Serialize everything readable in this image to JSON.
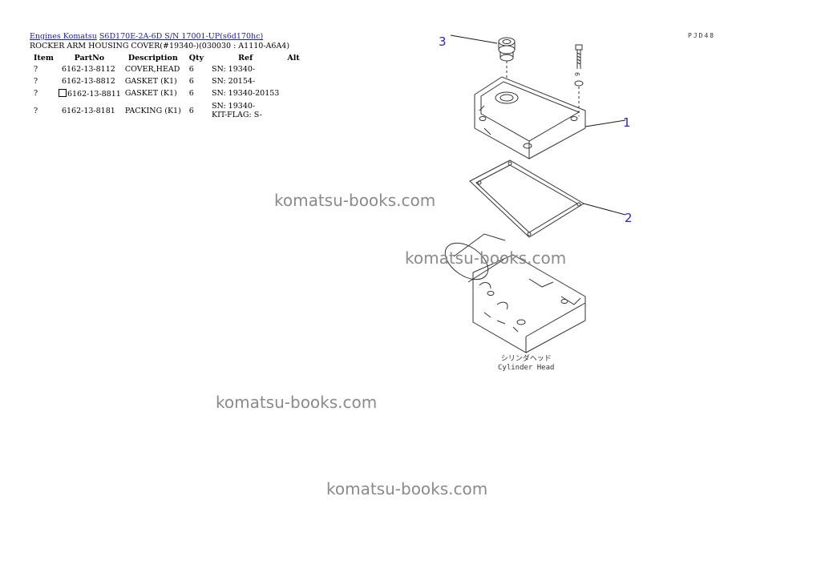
{
  "breadcrumb": {
    "engines": "Engines Komatsu",
    "model": "S6D170E-2A-6D S/N 17001-UP(s6d170hc)"
  },
  "page_title": "ROCKER ARM HOUSING COVER(#19340-)(030030 : A1110-A6A4)",
  "table": {
    "headers": [
      "Item",
      "PartNo",
      "Description",
      "Qty",
      "Ref",
      "Alt"
    ],
    "rows": [
      {
        "item": "?",
        "partno": "6162-13-8112",
        "desc": "COVER,HEAD",
        "qty": "6",
        "ref": "SN: 19340-",
        "ref2": "",
        "alt": "",
        "check": false
      },
      {
        "item": "?",
        "partno": "6162-13-8812",
        "desc": "GASKET (K1)",
        "qty": "6",
        "ref": "SN: 20154-",
        "ref2": "",
        "alt": "",
        "check": false
      },
      {
        "item": "?",
        "partno": "6162-13-8811",
        "desc": "GASKET (K1)",
        "qty": "6",
        "ref": "SN: 19340-20153",
        "ref2": "",
        "alt": "",
        "check": true
      },
      {
        "item": "?",
        "partno": "6162-13-8181",
        "desc": "PACKING (K1)",
        "qty": "6",
        "ref": "SN: 19340-",
        "ref2": "KIT-FLAG: S-",
        "alt": "",
        "check": false
      }
    ]
  },
  "diagram": {
    "code": "PJD48",
    "callouts": [
      "1",
      "2",
      "3"
    ],
    "callout_color": "#2a2ab0",
    "part_label_bolt": "6",
    "cylinder_head_jp": "シリンダヘッド",
    "cylinder_head_en": "Cylinder Head"
  },
  "watermark": "komatsu-books.com"
}
